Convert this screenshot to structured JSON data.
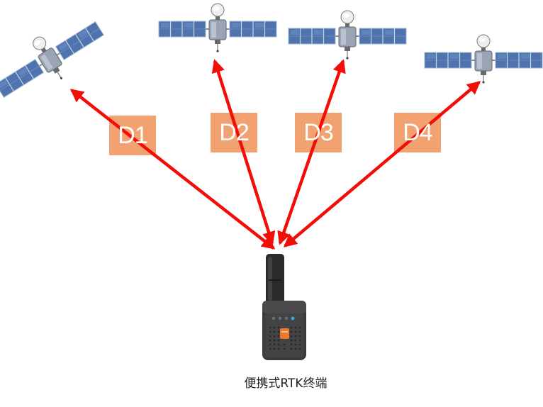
{
  "colors": {
    "arrow": "#f20e07",
    "label_bg": "#f2a270",
    "label_text": "#ffffff",
    "panel_blue": "#4f73ad",
    "device_body": "#3b3b3d",
    "device_button": "#e8792d",
    "device_led": "#38a8e0"
  },
  "labels": {
    "d1": "D1",
    "d2": "D2",
    "d3": "D3",
    "d4": "D4"
  },
  "device": {
    "caption": "便携式RTK终端",
    "icon": "rtk-receiver-icon"
  },
  "satellites": [
    {
      "name": "satellite-1",
      "icon": "satellite-icon"
    },
    {
      "name": "satellite-2",
      "icon": "satellite-icon"
    },
    {
      "name": "satellite-3",
      "icon": "satellite-icon"
    },
    {
      "name": "satellite-4",
      "icon": "satellite-icon"
    }
  ]
}
